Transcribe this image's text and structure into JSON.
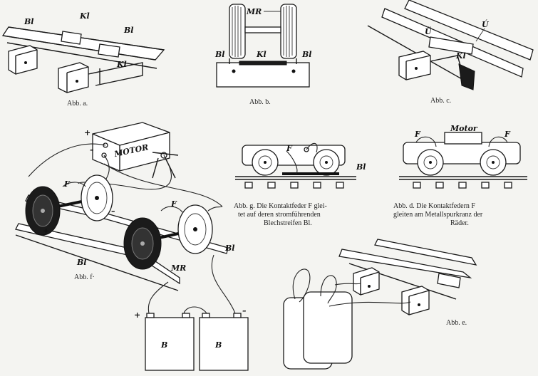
{
  "figures": {
    "a": {
      "caption": "Abb. a.",
      "labels": {
        "bl_left": "Bl",
        "kl_top": "Kl",
        "bl_right": "Bl",
        "kl_bottom": "Kl"
      }
    },
    "b": {
      "caption": "Abb. b.",
      "labels": {
        "mr": "MR",
        "bl_left": "Bl",
        "kl": "Kl",
        "bl_right": "Bl"
      }
    },
    "c": {
      "caption": "Abb. c.",
      "labels": {
        "u_left": "Ü",
        "u_right": "Ú",
        "kl": "Kl"
      }
    },
    "f": {
      "caption": "Abb. f·",
      "labels": {
        "plus_top": "+",
        "minus_top": "–",
        "motor": "MOTOR",
        "f_left": "F",
        "f_mid": "F",
        "plus_rail": "+",
        "minus_rail": "–",
        "bl_rail": "Bl",
        "mr": "MR",
        "bl_right": "Bl",
        "plus_batt": "+",
        "minus_batt": "–",
        "batt1": "B",
        "batt2": "B"
      }
    },
    "g": {
      "labels": {
        "f": "F",
        "bl": "Bl"
      },
      "caption_lines": [
        "Abb. g. Die Kontaktfeder F glei-",
        "tet auf deren stromführenden",
        "Blechstreifen Bl."
      ]
    },
    "d": {
      "labels": {
        "motor": "Motor",
        "f_left": "F",
        "f_right": "F"
      },
      "caption_lines": [
        "Abb. d. Die Kontaktfedern F",
        "gleiten am Metallspurkranz der",
        "Räder."
      ]
    },
    "e": {
      "caption": "Abb. e."
    }
  }
}
